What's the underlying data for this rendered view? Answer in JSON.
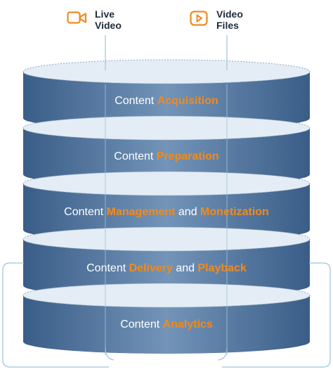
{
  "sources": [
    {
      "label_line1": "Live",
      "label_line2": "Video",
      "icon": "video-camera-icon"
    },
    {
      "label_line1": "Video",
      "label_line2": "Files",
      "icon": "play-file-icon"
    }
  ],
  "layers": [
    {
      "parts": [
        {
          "text": "Content ",
          "accent": false
        },
        {
          "text": "Acquisition",
          "accent": true
        }
      ]
    },
    {
      "parts": [
        {
          "text": "Content ",
          "accent": false
        },
        {
          "text": "Preparation",
          "accent": true
        }
      ]
    },
    {
      "parts": [
        {
          "text": "Content ",
          "accent": false
        },
        {
          "text": "Management",
          "accent": true
        },
        {
          "text": " and ",
          "accent": false
        },
        {
          "text": "Monetization",
          "accent": true
        }
      ]
    },
    {
      "parts": [
        {
          "text": "Content ",
          "accent": false
        },
        {
          "text": "Delivery",
          "accent": true
        },
        {
          "text": " and ",
          "accent": false
        },
        {
          "text": "Playback",
          "accent": true
        }
      ]
    },
    {
      "parts": [
        {
          "text": "Content ",
          "accent": false
        },
        {
          "text": "Analytics",
          "accent": true
        }
      ]
    }
  ],
  "colors": {
    "accent": "#f18a1c",
    "layer_side_dark": "#375a85",
    "layer_side_light": "#6f8fb3",
    "layer_top": "#e4edf5",
    "connector": "#9ec3d8",
    "text_dark": "#1f2a3c"
  }
}
